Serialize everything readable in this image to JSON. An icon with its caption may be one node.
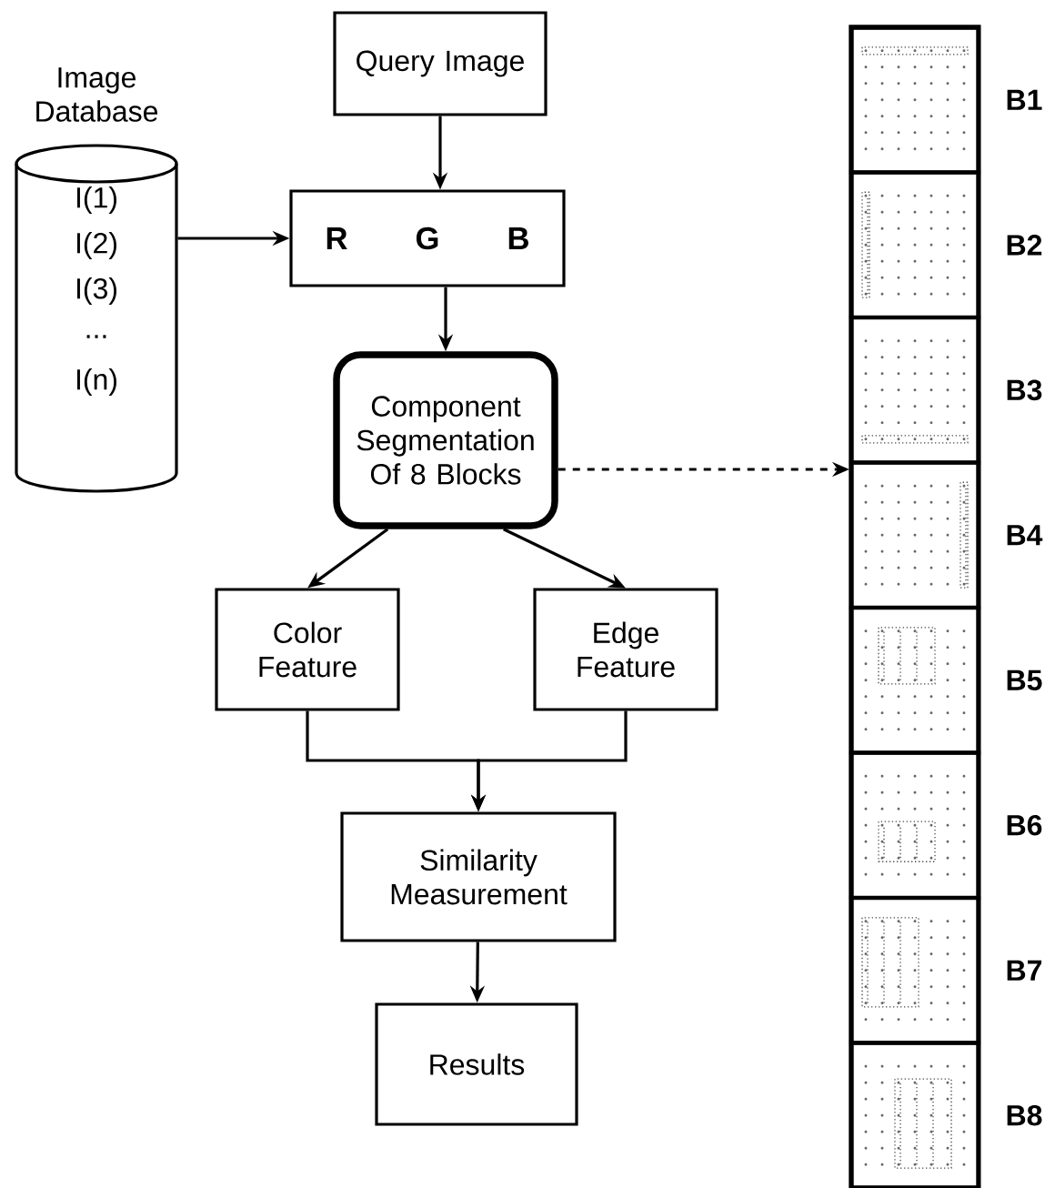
{
  "diagram": {
    "nodes": [
      {
        "text": [
          "Query Image"
        ]
      },
      {
        "text": [
          "Image Database",
          "I(1)",
          "I(2)",
          "I(3)",
          "...",
          "I(n)"
        ]
      },
      {
        "text": [
          "R",
          "G",
          "B"
        ]
      },
      {
        "text": [
          "Component Segmentation Of 8 Blocks"
        ]
      },
      {
        "text": [
          "Color Feature"
        ]
      },
      {
        "text": [
          "Edge Feature"
        ]
      },
      {
        "text": [
          "Similarity Measurement"
        ]
      },
      {
        "text": [
          "Results"
        ]
      },
      {
        "text": [],
        "shape": "box"
      },
      {
        "text": [],
        "shape": "picture",
        "in": 8,
        "beside": [
          "B1"
        ]
      },
      {
        "text": [],
        "shape": "picture",
        "in": 8,
        "beside": [
          "B2"
        ]
      },
      {
        "text": [],
        "shape": "picture",
        "in": 8,
        "beside": [
          "B3"
        ]
      },
      {
        "text": [],
        "shape": "picture",
        "in": 8,
        "beside": [
          "B4"
        ]
      },
      {
        "text": [],
        "shape": "picture",
        "in": 8,
        "beside": [
          "B5"
        ]
      },
      {
        "text": [],
        "shape": "picture",
        "in": 8,
        "beside": [
          "B6"
        ]
      },
      {
        "text": [],
        "shape": "picture",
        "in": 8,
        "beside": [
          "B7"
        ]
      },
      {
        "text": [],
        "shape": "picture",
        "in": 8,
        "beside": [
          "B8"
        ]
      }
    ],
    "edges": [
      {
        "from": 0,
        "to": 2,
        "arrow": "to"
      },
      {
        "from": 1,
        "to": 2,
        "arrow": "to"
      },
      {
        "from": 2,
        "to": 3,
        "arrow": "to"
      },
      {
        "from": 3,
        "to": 4,
        "arrow": "to"
      },
      {
        "from": 3,
        "to": 5,
        "arrow": "to"
      },
      {
        "from": 4,
        "to": 6,
        "arrow": "to"
      },
      {
        "from": 5,
        "to": 6,
        "arrow": "to"
      },
      {
        "from": 6,
        "to": 7,
        "arrow": "to"
      },
      {
        "from": 3,
        "to": 12,
        "arrow": "to",
        "style": "dashed"
      }
    ]
  }
}
